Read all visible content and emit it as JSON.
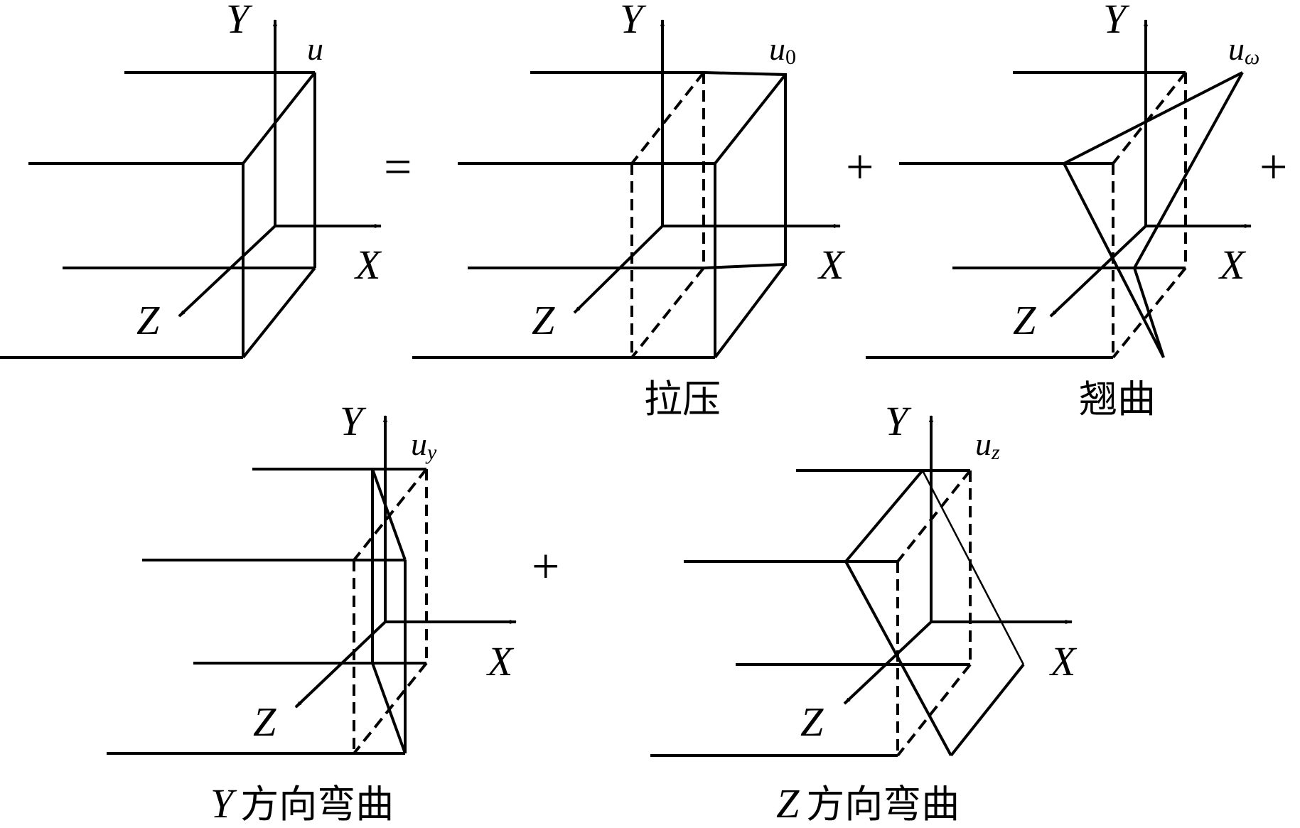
{
  "operators": {
    "equals": "=",
    "plus": "+"
  },
  "panels": {
    "total": {
      "y_axis": "Y",
      "x_axis": "X",
      "z_axis": "Z",
      "displacement": "u",
      "caption": ""
    },
    "tension": {
      "y_axis": "Y",
      "x_axis": "X",
      "z_axis": "Z",
      "displacement": "u",
      "displacement_sub": "0",
      "caption": "拉压"
    },
    "warping": {
      "y_axis": "Y",
      "x_axis": "X",
      "z_axis": "Z",
      "displacement": "u",
      "displacement_sub": "ω",
      "caption": "翘曲"
    },
    "bending_y": {
      "y_axis": "Y",
      "x_axis": "X",
      "z_axis": "Z",
      "displacement": "u",
      "displacement_sub": "y",
      "caption_axis": "Y",
      "caption": "方向弯曲"
    },
    "bending_z": {
      "y_axis": "Y",
      "x_axis": "X",
      "z_axis": "Z",
      "displacement": "u",
      "displacement_sub": "z",
      "caption_axis": "Z",
      "caption": "方向弯曲"
    }
  }
}
